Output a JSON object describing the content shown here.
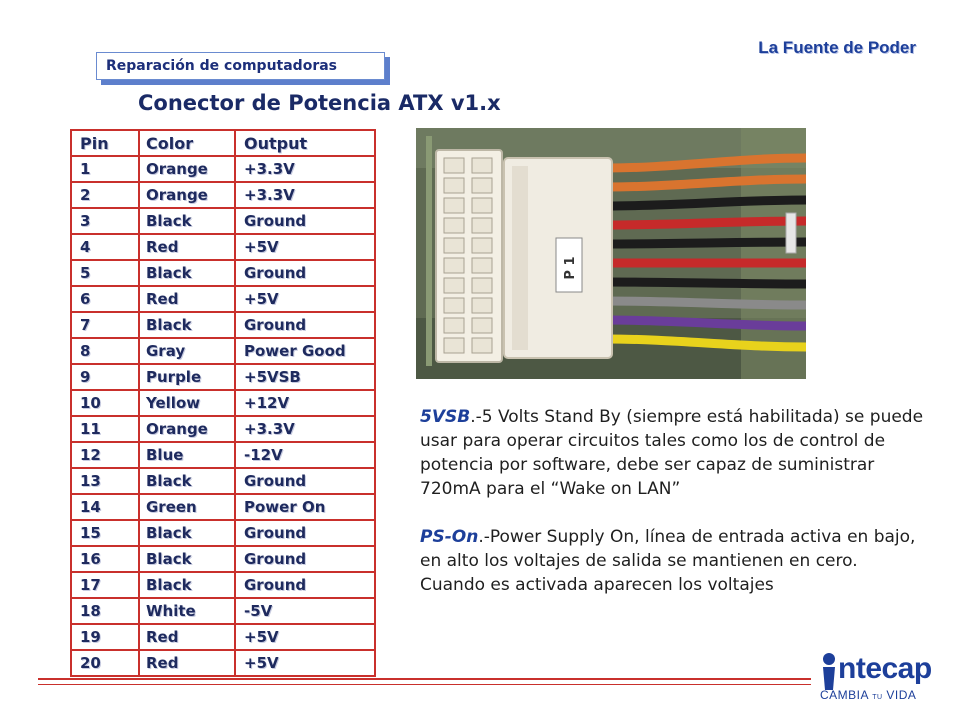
{
  "header": {
    "brand_title": "La Fuente de Poder",
    "section_label": "Reparación de computadoras",
    "slide_title": "Conector de Potencia ATX v1.x"
  },
  "pin_table": {
    "headers": [
      "Pin",
      "Color",
      "Output"
    ],
    "rows": [
      [
        "1",
        "Orange",
        "+3.3V"
      ],
      [
        "2",
        "Orange",
        "+3.3V"
      ],
      [
        "3",
        "Black",
        "Ground"
      ],
      [
        "4",
        "Red",
        "+5V"
      ],
      [
        "5",
        "Black",
        "Ground"
      ],
      [
        "6",
        "Red",
        "+5V"
      ],
      [
        "7",
        "Black",
        "Ground"
      ],
      [
        "8",
        "Gray",
        "Power Good"
      ],
      [
        "9",
        "Purple",
        "+5VSB"
      ],
      [
        "10",
        "Yellow",
        "+12V"
      ],
      [
        "11",
        "Orange",
        "+3.3V"
      ],
      [
        "12",
        "Blue",
        "-12V"
      ],
      [
        "13",
        "Black",
        "Ground"
      ],
      [
        "14",
        "Green",
        "Power On"
      ],
      [
        "15",
        "Black",
        "Ground"
      ],
      [
        "16",
        "Black",
        "Ground"
      ],
      [
        "17",
        "Black",
        "Ground"
      ],
      [
        "18",
        "White",
        "-5V"
      ],
      [
        "19",
        "Red",
        "+5V"
      ],
      [
        "20",
        "Red",
        "+5V"
      ]
    ]
  },
  "photo": {
    "connector_label": "P 1",
    "wire_colors": [
      "#d9742f",
      "#d9742f",
      "#1c1c1c",
      "#c62a2a",
      "#1c1c1c",
      "#c62a2a",
      "#1c1c1c",
      "#8a8a8a",
      "#6a3d9a",
      "#e8d21c"
    ]
  },
  "description": {
    "vsb_term": "5VSB",
    "vsb_text": ".-5 Volts Stand By (siempre está habilitada) se puede usar para operar circuitos tales como los de control de potencia por software, debe ser capaz de suministrar 720mA para el “Wake on LAN”",
    "pson_term": "PS-On",
    "pson_text": ".-Power Supply On, línea de entrada activa en bajo, en alto los voltajes de salida se mantienen en cero. Cuando es activada aparecen los voltajes"
  },
  "logo": {
    "name": "ntecap",
    "tagline_main": "CAMBIA",
    "tagline_small": "TU",
    "tagline_end": "VIDA"
  },
  "colors": {
    "accent_blue": "#1d3f9a",
    "table_border": "#c9302c"
  }
}
